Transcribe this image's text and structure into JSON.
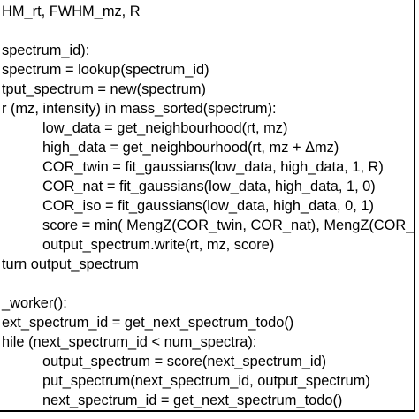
{
  "code_listing": {
    "lines": [
      {
        "indent": 0,
        "text": "HM_rt, FWHM_mz, R"
      },
      {
        "indent": 0,
        "text": ""
      },
      {
        "indent": 0,
        "text": "spectrum_id):"
      },
      {
        "indent": 0,
        "text": "spectrum = lookup(spectrum_id)"
      },
      {
        "indent": 0,
        "text": "tput_spectrum = new(spectrum)"
      },
      {
        "indent": 0,
        "text": "r (mz, intensity) in mass_sorted(spectrum):"
      },
      {
        "indent": 1,
        "text": "low_data = get_neighbourhood(rt, mz)"
      },
      {
        "indent": 1,
        "text": "high_data = get_neighbourhood(rt, mz + Δmz)"
      },
      {
        "indent": 1,
        "text": "COR_twin = fit_gaussians(low_data, high_data, 1, R)"
      },
      {
        "indent": 1,
        "text": "COR_nat = fit_gaussians(low_data, high_data, 1, 0)"
      },
      {
        "indent": 1,
        "text": "COR_iso = fit_gaussians(low_data, high_data, 0, 1)"
      },
      {
        "indent": 1,
        "text": "score = min( MengZ(COR_twin, COR_nat), MengZ(COR_twin"
      },
      {
        "indent": 1,
        "text": "output_spectrum.write(rt, mz, score)"
      },
      {
        "indent": 0,
        "text": "turn output_spectrum"
      },
      {
        "indent": 0,
        "text": ""
      },
      {
        "indent": 0,
        "text": "_worker():"
      },
      {
        "indent": 0,
        "text": "ext_spectrum_id = get_next_spectrum_todo()"
      },
      {
        "indent": 0,
        "text": "hile (next_spectrum_id < num_spectra):"
      },
      {
        "indent": 1,
        "text": "output_spectrum = score(next_spectrum_id)"
      },
      {
        "indent": 1,
        "text": "put_spectrum(next_spectrum_id, output_spectrum)"
      },
      {
        "indent": 1,
        "text": "next_spectrum_id = get_next_spectrum_todo()"
      }
    ]
  }
}
